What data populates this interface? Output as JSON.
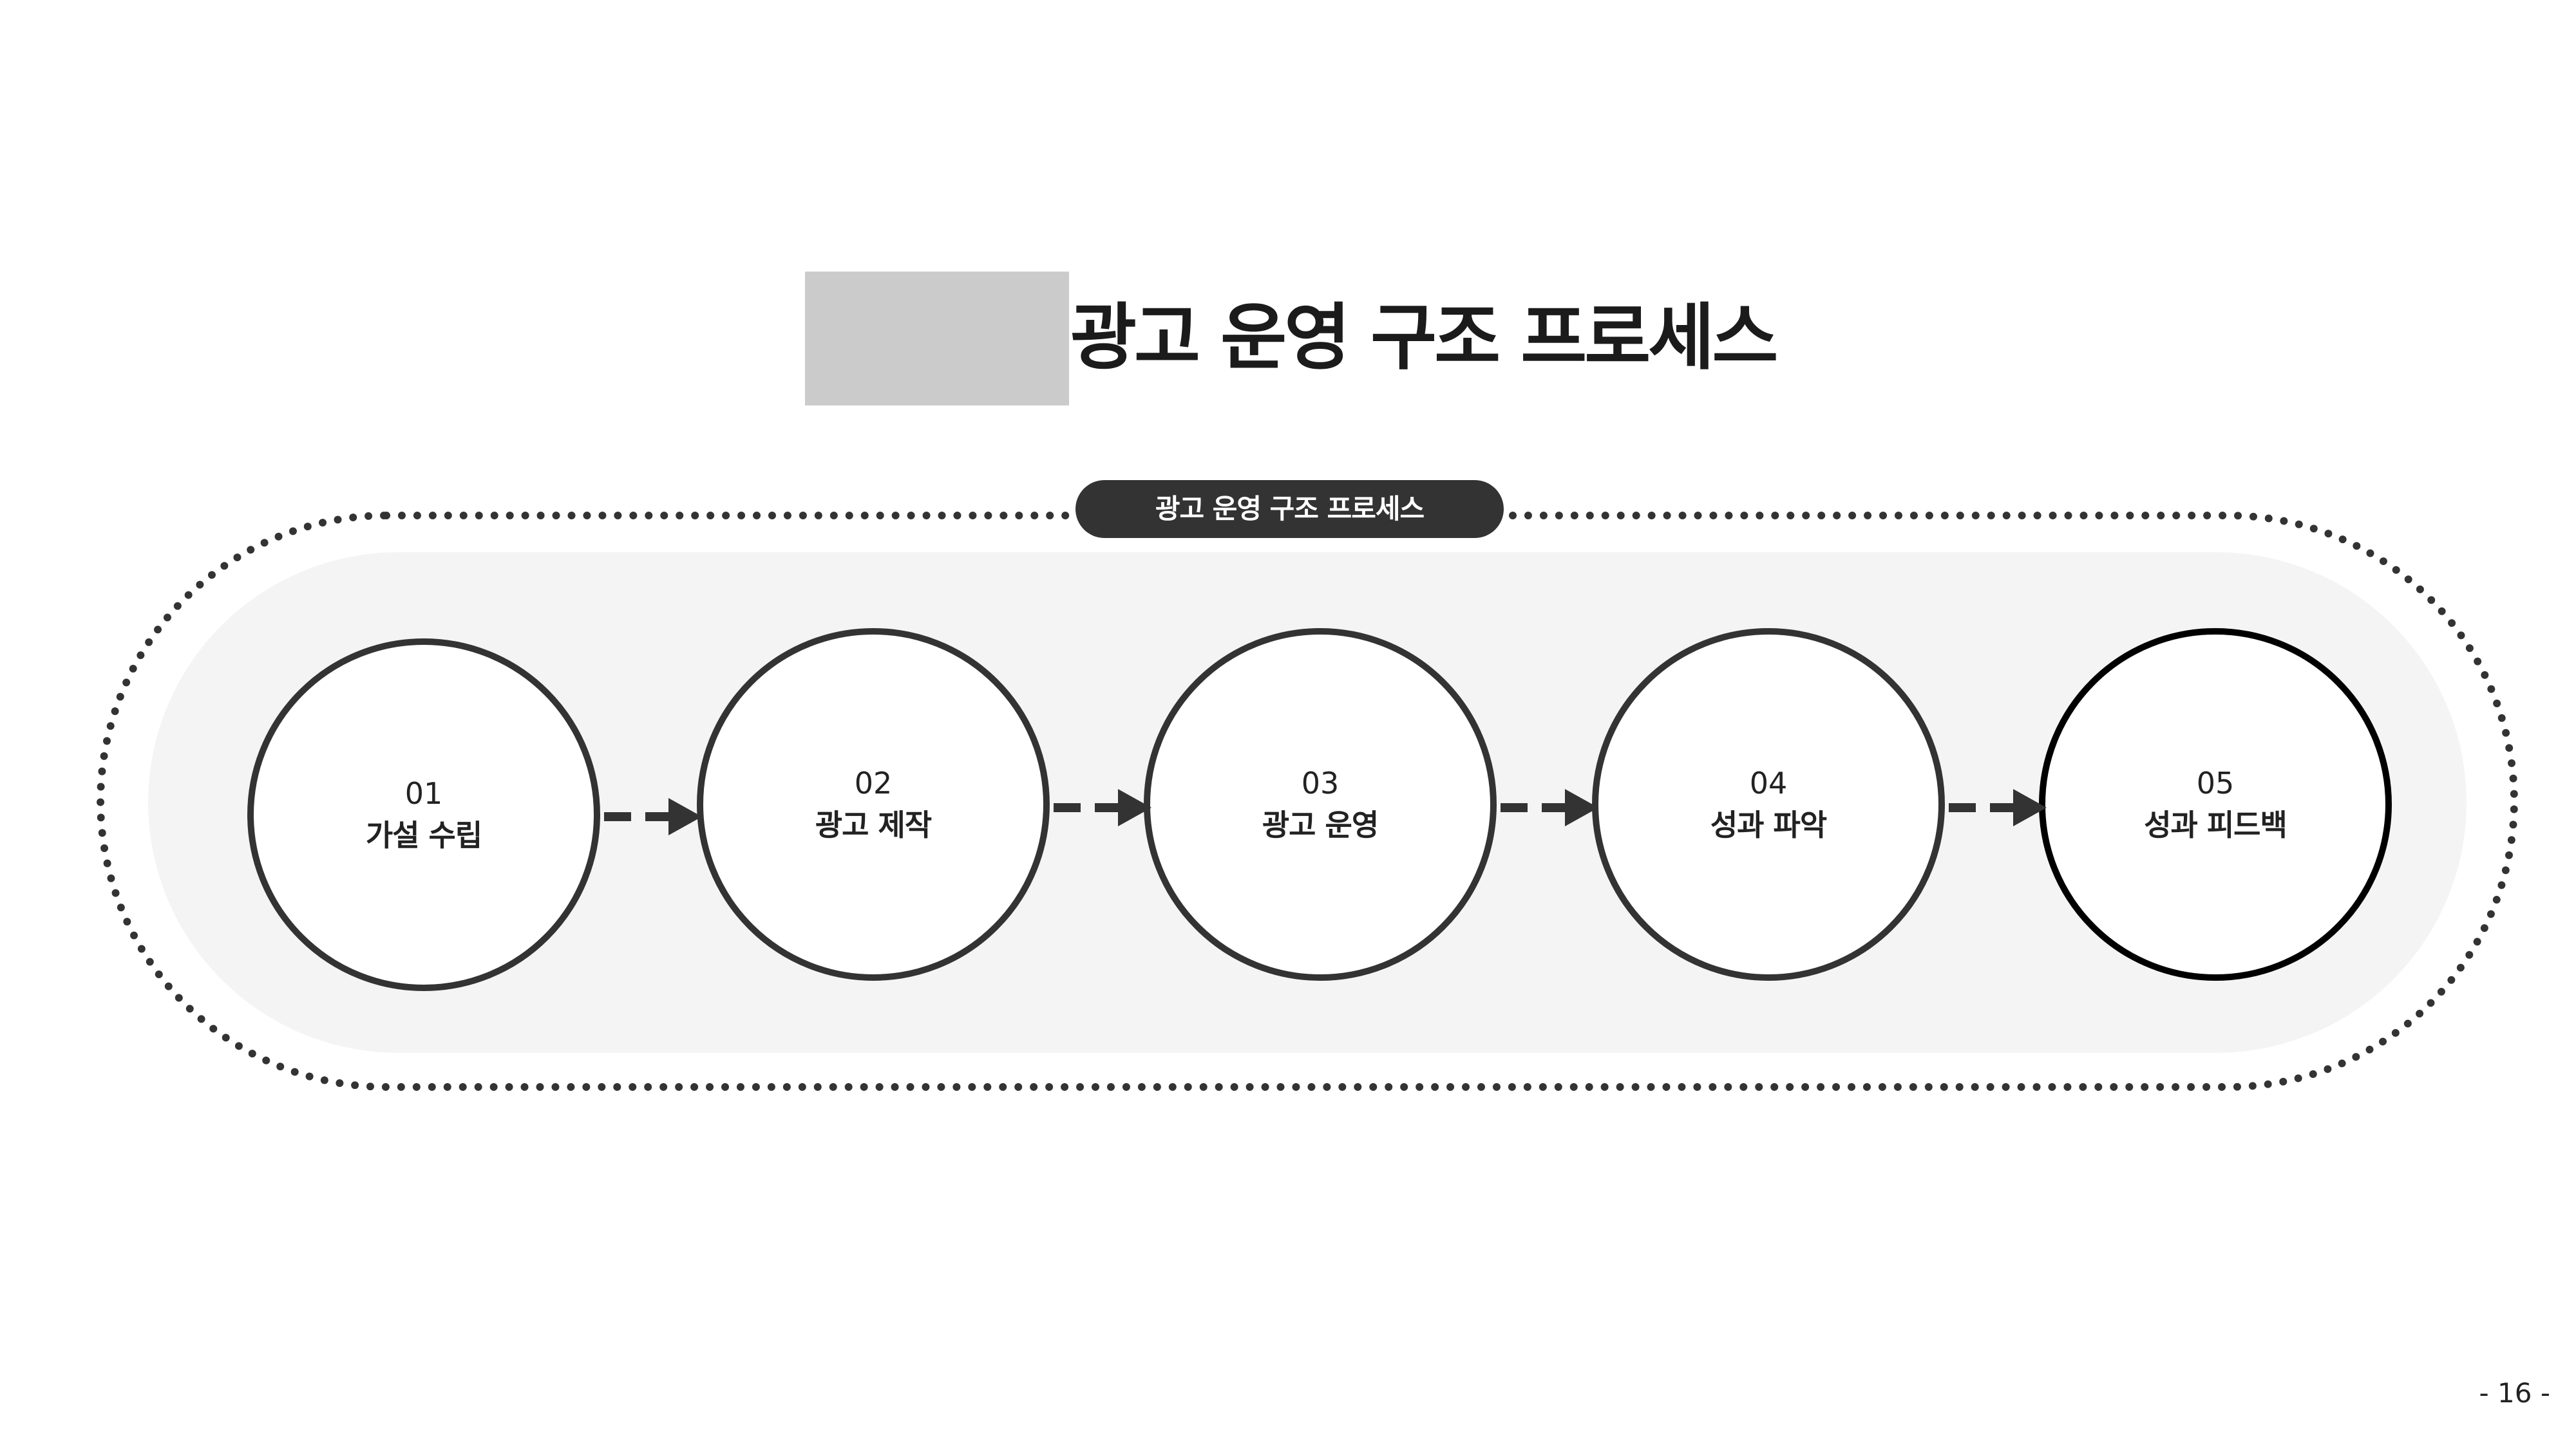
{
  "title": "광고 운영 구조 프로세스",
  "badge": "광고 운영 구조 프로세스",
  "steps": [
    {
      "number": "01",
      "label": "가설 수립"
    },
    {
      "number": "02",
      "label": "광고 제작"
    },
    {
      "number": "03",
      "label": "광고 운영"
    },
    {
      "number": "04",
      "label": "성과 파악"
    },
    {
      "number": "05",
      "label": "성과 피드백"
    }
  ],
  "page_number": "- 16 -",
  "colors": {
    "title_block": "#cbcbcb",
    "dark": "#333333",
    "panel": "#f4f4f4"
  }
}
